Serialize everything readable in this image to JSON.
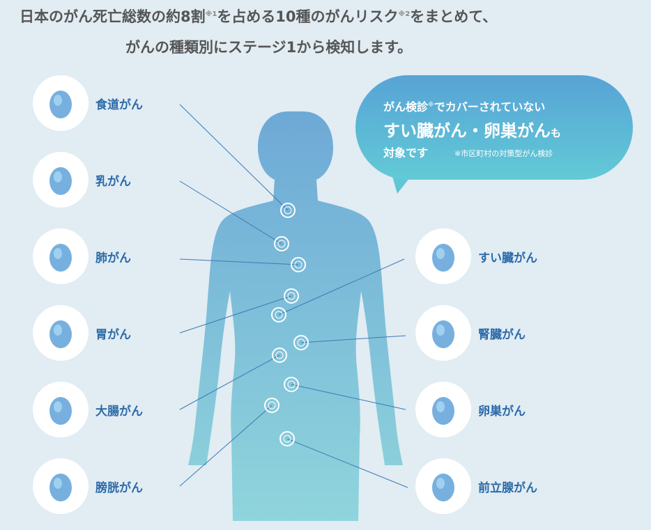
{
  "header": {
    "line1_a": "日本のがん死亡総数の約8割",
    "note1": "※1",
    "line1_b": "を占める10種のがんリスク",
    "note2": "※2",
    "line1_c": "をまとめて、",
    "line2": "がんの種類別にステージ1から検知します。"
  },
  "bubble": {
    "line1_a": "がん検診",
    "line1_note": "※",
    "line1_b": "でカバーされていない",
    "line2_a": "すい臓がん・卵巣がん",
    "line2_b": "も",
    "line3": "対象です",
    "footnote": "※市区町村の対策型がん検診"
  },
  "left_items": [
    {
      "label": "食道がん",
      "icon": "esophagus-icon"
    },
    {
      "label": "乳がん",
      "icon": "breast-icon"
    },
    {
      "label": "肺がん",
      "icon": "lungs-icon"
    },
    {
      "label": "胃がん",
      "icon": "stomach-icon"
    },
    {
      "label": "大腸がん",
      "icon": "colon-icon"
    },
    {
      "label": "膀胱がん",
      "icon": "bladder-icon"
    }
  ],
  "right_items": [
    {
      "label": "すい臓がん",
      "icon": "pancreas-icon"
    },
    {
      "label": "腎臓がん",
      "icon": "kidney-icon"
    },
    {
      "label": "卵巣がん",
      "icon": "ovary-icon"
    },
    {
      "label": "前立腺がん",
      "icon": "prostate-icon"
    }
  ],
  "colors": {
    "accent": "#2c6aa8",
    "body_top": "#6ea9d6",
    "body_bottom": "#8fd5dc"
  }
}
